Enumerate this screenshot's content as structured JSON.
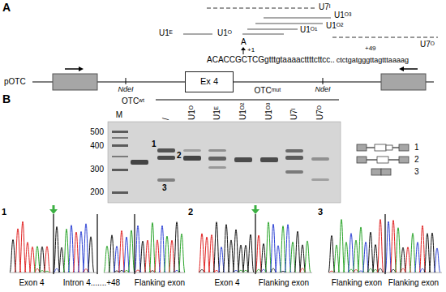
{
  "diagram": {
    "nodes": [
      {
        "text": [
          "Ex 4"
        ]
      }
    ],
    "labels": [
      "A",
      "U7ᴵ",
      "U1ᴼ³",
      "U1ᴼ²",
      "U1ᴼ¹",
      "U1ᴼ",
      "U1ᴱ",
      "U7ᴼ",
      "A",
      "+1",
      "+49",
      "ACACCGCTCGgtttgtaaaacttttcttcc..",
      "ctctgatgggttagtttaaaag",
      "pOTC",
      "NdeI",
      "NdeI",
      "B",
      "OTCʷᵗ",
      "OTCᵐᵘᵗ",
      "/",
      "U1ᴼ",
      "U1ᴱ",
      "U1ᴼ²",
      "U1ᴼ³",
      "U7ᴵ",
      "U7ᴼ",
      "M",
      "500",
      "400",
      "300",
      "200",
      "1",
      "2",
      "3",
      "1",
      "2",
      "3",
      "1",
      "2",
      "3",
      "Exon 4",
      "Intron 4.......+48",
      "Flanking exon",
      "Exon 4",
      "Flanking exon",
      "Flanking exon",
      "Flanking exon"
    ]
  }
}
